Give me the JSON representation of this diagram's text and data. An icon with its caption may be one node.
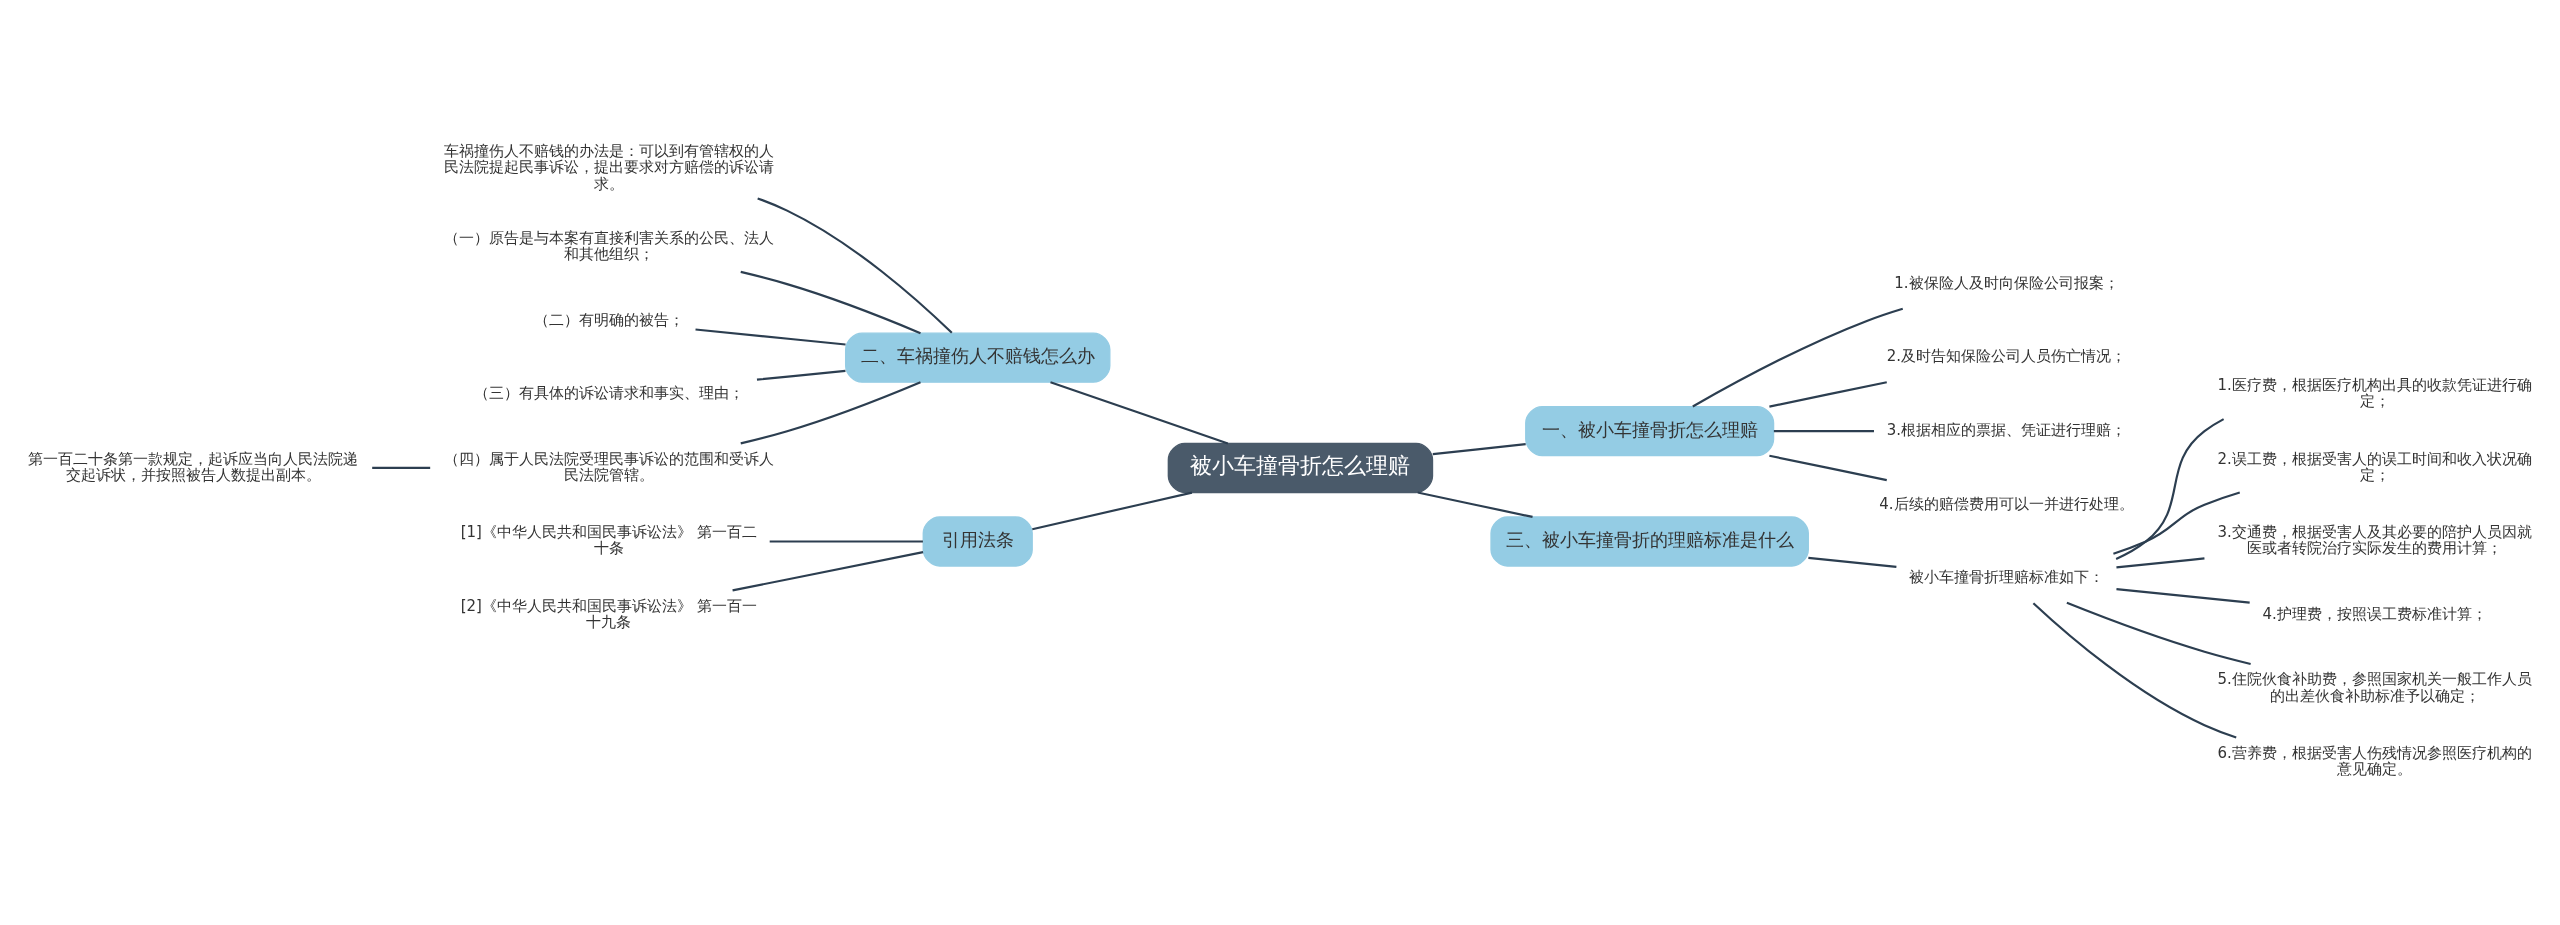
{
  "diagram": {
    "nodes": [
      {
        "text": [
          "被小车撞骨折怎么理赔"
        ]
      },
      {
        "text": [
          "一、被小车撞骨折怎么理赔"
        ]
      },
      {
        "text": [
          "1.被保险人及时向保险公司报案；"
        ]
      },
      {
        "text": [
          "2.及时告知保险公司人员伤亡情况；"
        ]
      },
      {
        "text": [
          "3.根据相应的票据、凭证进行理赔；"
        ]
      },
      {
        "text": [
          "4.后续的赔偿费用可以一并进行处理。"
        ]
      },
      {
        "text": [
          "三、被小车撞骨折的理赔标准是什么"
        ]
      },
      {
        "text": [
          "被小车撞骨折理赔标准如下："
        ]
      },
      {
        "text": [
          "1.医疗费，根据医疗机构出具的收款凭证进行确定；"
        ]
      },
      {
        "text": [
          "2.误工费，根据受害人的误工时间和收入状况确定；"
        ]
      },
      {
        "text": [
          "3.交通费，根据受害人及其必要的陪护人员因就医或者转院治疗实际发生的费用计算；"
        ]
      },
      {
        "text": [
          "4.护理费，按照误工费标准计算；"
        ]
      },
      {
        "text": [
          "5.住院伙食补助费，参照国家机关一般工作人员的出差伙食补助标准予以确定；"
        ]
      },
      {
        "text": [
          "6.营养费，根据受害人伤残情况参照医疗机构的意见确定。"
        ]
      },
      {
        "text": [
          "二、车祸撞伤人不赔钱怎么办"
        ]
      },
      {
        "text": [
          "车祸撞伤人不赔钱的办法是：可以到有管辖权的人民法院提起民事诉讼，提出要求对方赔偿的诉讼请求。"
        ]
      },
      {
        "text": [
          "（一）原告是与本案有直接利害关系的公民、法人和其他组织；"
        ]
      },
      {
        "text": [
          "（二）有明确的被告；"
        ]
      },
      {
        "text": [
          "（三）有具体的诉讼请求和事实、理由；"
        ]
      },
      {
        "text": [
          "（四）属于人民法院受理民事诉讼的范围和受诉人民法院管辖。"
        ]
      },
      {
        "text": [
          "第一百二十条第一款规定，起诉应当向人民法院递交起诉状，并按照被告人数提出副本。"
        ]
      },
      {
        "text": [
          "引用法条"
        ]
      },
      {
        "text": [
          "[1]《中华人民共和国民事诉讼法》 第一百二十条"
        ]
      },
      {
        "text": [
          "[2]《中华人民共和国民事诉讼法》 第一百一十九条"
        ]
      }
    ],
    "edges": [
      {
        "from": 0,
        "to": 1,
        "arrow": "none"
      },
      {
        "from": 1,
        "to": 2,
        "arrow": "none"
      },
      {
        "from": 1,
        "to": 3,
        "arrow": "none"
      },
      {
        "from": 1,
        "to": 4,
        "arrow": "none"
      },
      {
        "from": 1,
        "to": 5,
        "arrow": "none"
      },
      {
        "from": 0,
        "to": 6,
        "arrow": "none"
      },
      {
        "from": 6,
        "to": 7,
        "arrow": "none"
      },
      {
        "from": 7,
        "to": 8,
        "arrow": "none"
      },
      {
        "from": 7,
        "to": 9,
        "arrow": "none"
      },
      {
        "from": 7,
        "to": 10,
        "arrow": "none"
      },
      {
        "from": 7,
        "to": 11,
        "arrow": "none"
      },
      {
        "from": 7,
        "to": 12,
        "arrow": "none"
      },
      {
        "from": 7,
        "to": 13,
        "arrow": "none"
      },
      {
        "from": 0,
        "to": 14,
        "arrow": "none"
      },
      {
        "from": 14,
        "to": 15,
        "arrow": "none"
      },
      {
        "from": 14,
        "to": 16,
        "arrow": "none"
      },
      {
        "from": 14,
        "to": 17,
        "arrow": "none"
      },
      {
        "from": 14,
        "to": 18,
        "arrow": "none"
      },
      {
        "from": 14,
        "to": 19,
        "arrow": "none"
      },
      {
        "from": 19,
        "to": 20,
        "arrow": "none"
      },
      {
        "from": 0,
        "to": 21,
        "arrow": "none"
      },
      {
        "from": 21,
        "to": 22,
        "arrow": "none"
      },
      {
        "from": 21,
        "to": 23,
        "arrow": "none"
      }
    ]
  }
}
